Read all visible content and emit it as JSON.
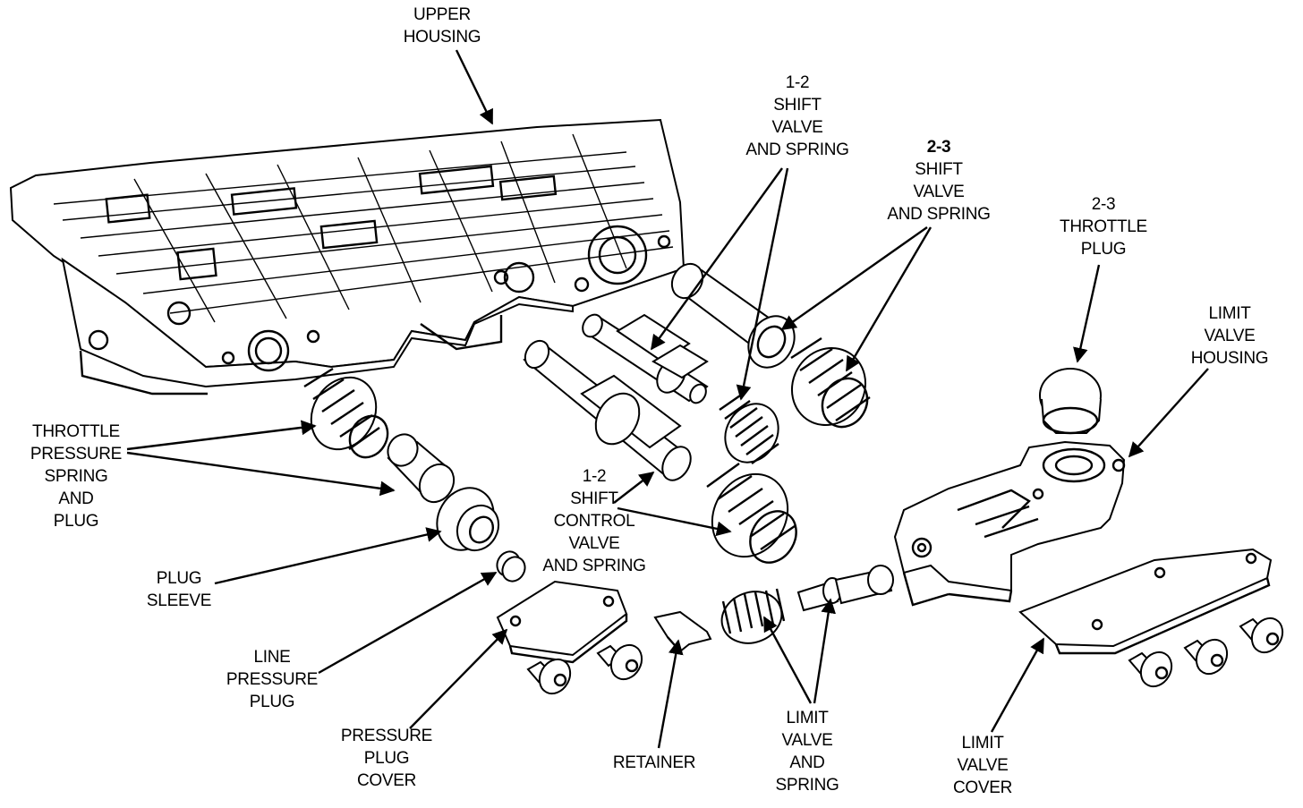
{
  "labels": {
    "upper_housing": [
      "UPPER",
      "HOUSING"
    ],
    "shift_valve_12": [
      "1-2",
      "SHIFT",
      "VALVE",
      "AND SPRING"
    ],
    "shift_valve_23": [
      "2-3",
      "SHIFT",
      "VALVE",
      "AND SPRING"
    ],
    "throttle_plug_23": [
      "2-3",
      "THROTTLE",
      "PLUG"
    ],
    "limit_valve_housing": [
      "LIMIT",
      "VALVE",
      "HOUSING"
    ],
    "throttle_pressure": [
      "THROTTLE",
      "PRESSURE",
      "SPRING",
      "AND",
      "PLUG"
    ],
    "shift_control_12": [
      "1-2",
      "SHIFT",
      "CONTROL",
      "VALVE",
      "AND SPRING"
    ],
    "plug_sleeve": [
      "PLUG",
      "SLEEVE"
    ],
    "line_pressure_plug": [
      "LINE",
      "PRESSURE",
      "PLUG"
    ],
    "pressure_plug_cover": [
      "PRESSURE",
      "PLUG",
      "COVER"
    ],
    "retainer": [
      "RETAINER"
    ],
    "limit_valve_spring": [
      "LIMIT",
      "VALVE",
      "AND",
      "SPRING"
    ],
    "limit_valve_cover": [
      "LIMIT",
      "VALVE",
      "COVER"
    ]
  }
}
